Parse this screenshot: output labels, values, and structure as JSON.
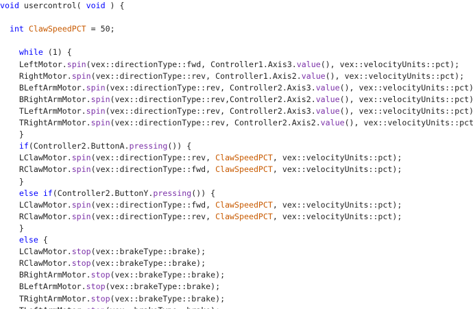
{
  "editor": {
    "colors": {
      "background": "#ffffff",
      "keyword": "#0000ff",
      "function": "#7b30a8",
      "identifier": "#222222",
      "variable": "#c85a00"
    },
    "lines": [
      [
        {
          "t": "void",
          "k": "kw"
        },
        {
          "t": " usercontrol( ",
          "k": "id"
        },
        {
          "t": "void",
          "k": "kw"
        },
        {
          "t": " ) {",
          "k": "id"
        }
      ],
      [],
      [
        {
          "t": "  ",
          "k": "id"
        },
        {
          "t": "int",
          "k": "kw"
        },
        {
          "t": " ClawSpeedPCT",
          "k": "var"
        },
        {
          "t": " = 50;",
          "k": "id"
        }
      ],
      [],
      [
        {
          "t": "    ",
          "k": "id"
        },
        {
          "t": "while",
          "k": "kw"
        },
        {
          "t": " (1) {",
          "k": "id"
        }
      ],
      [
        {
          "t": "    LeftMotor.",
          "k": "id"
        },
        {
          "t": "spin",
          "k": "fn"
        },
        {
          "t": "(vex::directionType::fwd, Controller1.Axis3.",
          "k": "id"
        },
        {
          "t": "value",
          "k": "fn"
        },
        {
          "t": "(), vex::velocityUnits::pct);",
          "k": "id"
        }
      ],
      [
        {
          "t": "    RightMotor.",
          "k": "id"
        },
        {
          "t": "spin",
          "k": "fn"
        },
        {
          "t": "(vex::directionType::rev, Controller1.Axis2.",
          "k": "id"
        },
        {
          "t": "value",
          "k": "fn"
        },
        {
          "t": "(), vex::velocityUnits::pct);",
          "k": "id"
        }
      ],
      [
        {
          "t": "    BLeftArmMotor.",
          "k": "id"
        },
        {
          "t": "spin",
          "k": "fn"
        },
        {
          "t": "(vex::directionType::rev, Controller2.Axis3.",
          "k": "id"
        },
        {
          "t": "value",
          "k": "fn"
        },
        {
          "t": "(), vex::velocityUnits::pct);",
          "k": "id"
        }
      ],
      [
        {
          "t": "    BRightArmMotor.",
          "k": "id"
        },
        {
          "t": "spin",
          "k": "fn"
        },
        {
          "t": "(vex::directionType::rev,Controller2.Axis2.",
          "k": "id"
        },
        {
          "t": "value",
          "k": "fn"
        },
        {
          "t": "(), vex::velocityUnits::pct);",
          "k": "id"
        }
      ],
      [
        {
          "t": "    TLeftArmMotor.",
          "k": "id"
        },
        {
          "t": "spin",
          "k": "fn"
        },
        {
          "t": "(vex::directionType::rev, Controller2.Axis3.",
          "k": "id"
        },
        {
          "t": "value",
          "k": "fn"
        },
        {
          "t": "(), vex::velocityUnits::pct);",
          "k": "id"
        }
      ],
      [
        {
          "t": "    TRightArmMotor.",
          "k": "id"
        },
        {
          "t": "spin",
          "k": "fn"
        },
        {
          "t": "(vex::directionType::rev, Controller2.Axis2.",
          "k": "id"
        },
        {
          "t": "value",
          "k": "fn"
        },
        {
          "t": "(), vex::velocityUnits::pct);",
          "k": "id"
        }
      ],
      [
        {
          "t": "    }",
          "k": "id"
        }
      ],
      [
        {
          "t": "    ",
          "k": "id"
        },
        {
          "t": "if",
          "k": "kw"
        },
        {
          "t": "(Controller2.ButtonA.",
          "k": "id"
        },
        {
          "t": "pressing",
          "k": "fn"
        },
        {
          "t": "()) {",
          "k": "id"
        }
      ],
      [
        {
          "t": "    LClawMotor.",
          "k": "id"
        },
        {
          "t": "spin",
          "k": "fn"
        },
        {
          "t": "(vex::directionType::rev, ",
          "k": "id"
        },
        {
          "t": "ClawSpeedPCT",
          "k": "var"
        },
        {
          "t": ", vex::velocityUnits::pct);",
          "k": "id"
        }
      ],
      [
        {
          "t": "    RClawMotor.",
          "k": "id"
        },
        {
          "t": "spin",
          "k": "fn"
        },
        {
          "t": "(vex::directionType::fwd, ",
          "k": "id"
        },
        {
          "t": "ClawSpeedPCT",
          "k": "var"
        },
        {
          "t": ", vex::velocityUnits::pct);",
          "k": "id"
        }
      ],
      [
        {
          "t": "    }",
          "k": "id"
        }
      ],
      [
        {
          "t": "    ",
          "k": "id"
        },
        {
          "t": "else if",
          "k": "kw"
        },
        {
          "t": "(Controller2.ButtonY.",
          "k": "id"
        },
        {
          "t": "pressing",
          "k": "fn"
        },
        {
          "t": "()) {",
          "k": "id"
        }
      ],
      [
        {
          "t": "    LClawMotor.",
          "k": "id"
        },
        {
          "t": "spin",
          "k": "fn"
        },
        {
          "t": "(vex::directionType::fwd, ",
          "k": "id"
        },
        {
          "t": "ClawSpeedPCT",
          "k": "var"
        },
        {
          "t": ", vex::velocityUnits::pct);",
          "k": "id"
        }
      ],
      [
        {
          "t": "    RClawMotor.",
          "k": "id"
        },
        {
          "t": "spin",
          "k": "fn"
        },
        {
          "t": "(vex::directionType::rev, ",
          "k": "id"
        },
        {
          "t": "ClawSpeedPCT",
          "k": "var"
        },
        {
          "t": ", vex::velocityUnits::pct);",
          "k": "id"
        }
      ],
      [
        {
          "t": "    }",
          "k": "id"
        }
      ],
      [
        {
          "t": "    ",
          "k": "id"
        },
        {
          "t": "else",
          "k": "kw"
        },
        {
          "t": " {",
          "k": "id"
        }
      ],
      [
        {
          "t": "    LClawMotor.",
          "k": "id"
        },
        {
          "t": "stop",
          "k": "fn"
        },
        {
          "t": "(vex::brakeType::brake);",
          "k": "id"
        }
      ],
      [
        {
          "t": "    RClawMotor.",
          "k": "id"
        },
        {
          "t": "stop",
          "k": "fn"
        },
        {
          "t": "(vex::brakeType::brake);",
          "k": "id"
        }
      ],
      [
        {
          "t": "    BRightArmMotor.",
          "k": "id"
        },
        {
          "t": "stop",
          "k": "fn"
        },
        {
          "t": "(vex::brakeType::brake);",
          "k": "id"
        }
      ],
      [
        {
          "t": "    BLeftArmMotor.",
          "k": "id"
        },
        {
          "t": "stop",
          "k": "fn"
        },
        {
          "t": "(vex::brakeType::brake);",
          "k": "id"
        }
      ],
      [
        {
          "t": "    TRightArmMotor.",
          "k": "id"
        },
        {
          "t": "stop",
          "k": "fn"
        },
        {
          "t": "(vex::brakeType::brake);",
          "k": "id"
        }
      ],
      [
        {
          "t": "    TLeftArmMotor.",
          "k": "id"
        },
        {
          "t": "stop",
          "k": "fn"
        },
        {
          "t": "(vex::brakeType::brake);",
          "k": "id"
        }
      ]
    ]
  }
}
